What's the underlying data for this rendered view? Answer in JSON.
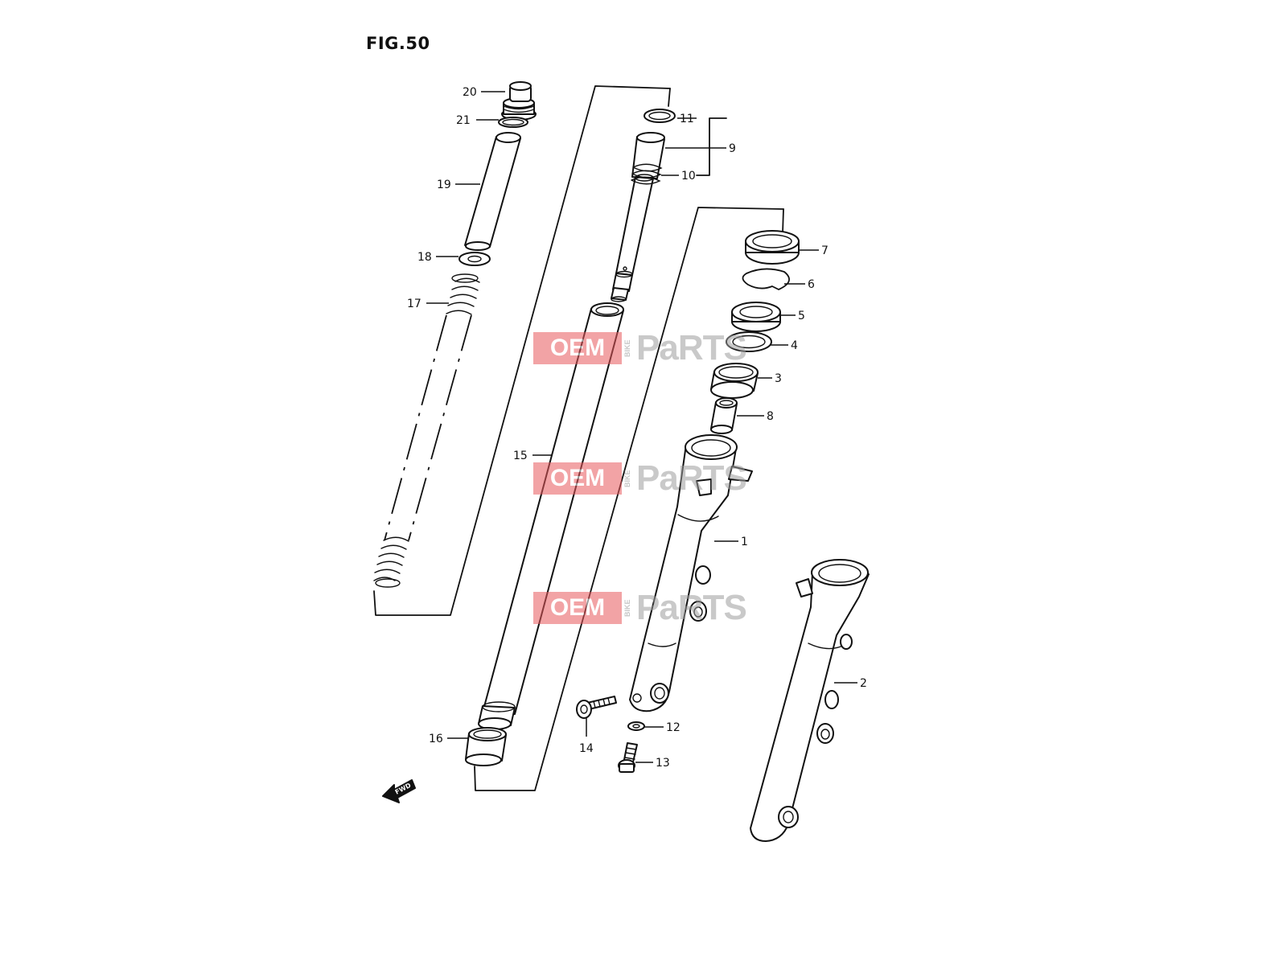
{
  "figure": {
    "title": "FIG.50",
    "direction_label": "FWD"
  },
  "watermark": {
    "brand_left": "OEM",
    "brand_side": "BIKE",
    "brand_right": "PaRTS"
  },
  "callouts": [
    {
      "id": "c1",
      "label": "1"
    },
    {
      "id": "c2",
      "label": "2"
    },
    {
      "id": "c3",
      "label": "3"
    },
    {
      "id": "c4",
      "label": "4"
    },
    {
      "id": "c5",
      "label": "5"
    },
    {
      "id": "c6",
      "label": "6"
    },
    {
      "id": "c7",
      "label": "7"
    },
    {
      "id": "c8",
      "label": "8"
    },
    {
      "id": "c9",
      "label": "9"
    },
    {
      "id": "c10",
      "label": "10"
    },
    {
      "id": "c11",
      "label": "11"
    },
    {
      "id": "c12",
      "label": "12"
    },
    {
      "id": "c13",
      "label": "13"
    },
    {
      "id": "c14",
      "label": "14"
    },
    {
      "id": "c15",
      "label": "15"
    },
    {
      "id": "c16",
      "label": "16"
    },
    {
      "id": "c17",
      "label": "17"
    },
    {
      "id": "c18",
      "label": "18"
    },
    {
      "id": "c19",
      "label": "19"
    },
    {
      "id": "c20",
      "label": "20"
    },
    {
      "id": "c21",
      "label": "21"
    }
  ]
}
